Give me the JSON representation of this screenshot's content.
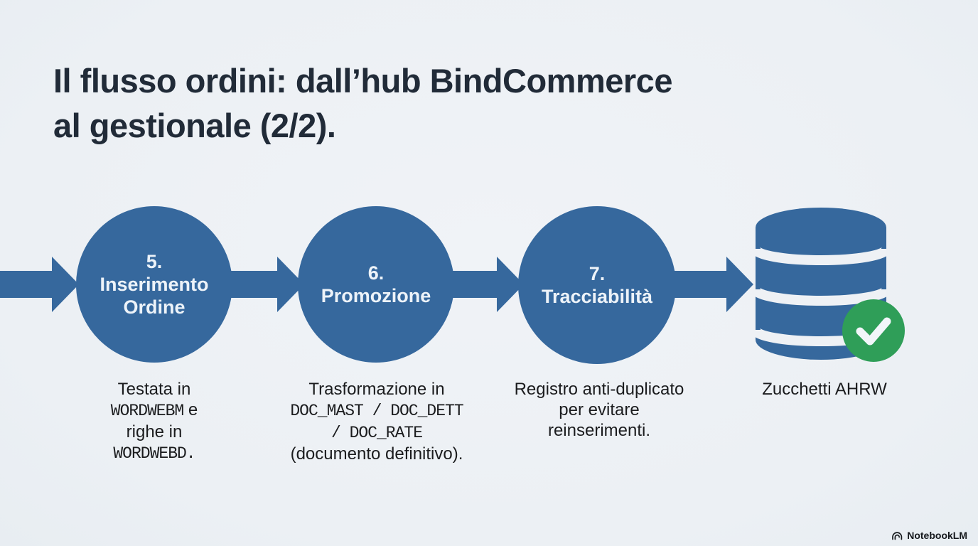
{
  "title": {
    "full": "Il flusso ordini: dall’hub BindCommerce al gestionale (2/2).",
    "line1": "Il flusso ordini: dall’hub BindCommerce",
    "line2": "al gestionale (2/2)."
  },
  "colors": {
    "accent_blue": "#36689d",
    "check_green": "#2f9e58",
    "background": "#edf0f4",
    "title_text": "#212b38",
    "body_text": "#1b1c1e",
    "circle_text": "#edf3f9",
    "db_stripe": "#eef1f5"
  },
  "flow": {
    "steps": [
      {
        "number": "5.",
        "label_lines": [
          "Inserimento",
          "Ordine"
        ]
      },
      {
        "number": "6.",
        "label_lines": [
          "Promozione"
        ]
      },
      {
        "number": "7.",
        "label_lines": [
          "Tracciabilità"
        ]
      }
    ],
    "endpoint": {
      "icon": "database-with-checkmark",
      "label": "Zucchetti AHRW"
    },
    "captions": [
      {
        "lines": [
          [
            {
              "t": "Testata in",
              "mono": false
            }
          ],
          [
            {
              "t": "WORDWEBM",
              "mono": true
            },
            {
              "t": " e",
              "mono": false
            }
          ],
          [
            {
              "t": "righe in",
              "mono": false
            }
          ],
          [
            {
              "t": "WORDWEBD.",
              "mono": true
            }
          ]
        ]
      },
      {
        "lines": [
          [
            {
              "t": "Trasformazione in",
              "mono": false
            }
          ],
          [
            {
              "t": "DOC_MAST / DOC_DETT",
              "mono": true
            }
          ],
          [
            {
              "t": "/ DOC_RATE",
              "mono": true
            }
          ],
          [
            {
              "t": "(documento definitivo).",
              "mono": false
            }
          ]
        ]
      },
      {
        "lines": [
          [
            {
              "t": "Registro anti-duplicato",
              "mono": false
            }
          ],
          [
            {
              "t": "per evitare",
              "mono": false
            }
          ],
          [
            {
              "t": "reinserimenti.",
              "mono": false
            }
          ]
        ]
      },
      {
        "lines": [
          [
            {
              "t": "Zucchetti AHRW",
              "mono": false
            }
          ]
        ]
      }
    ]
  },
  "footer": {
    "brand": "NotebookLM"
  }
}
